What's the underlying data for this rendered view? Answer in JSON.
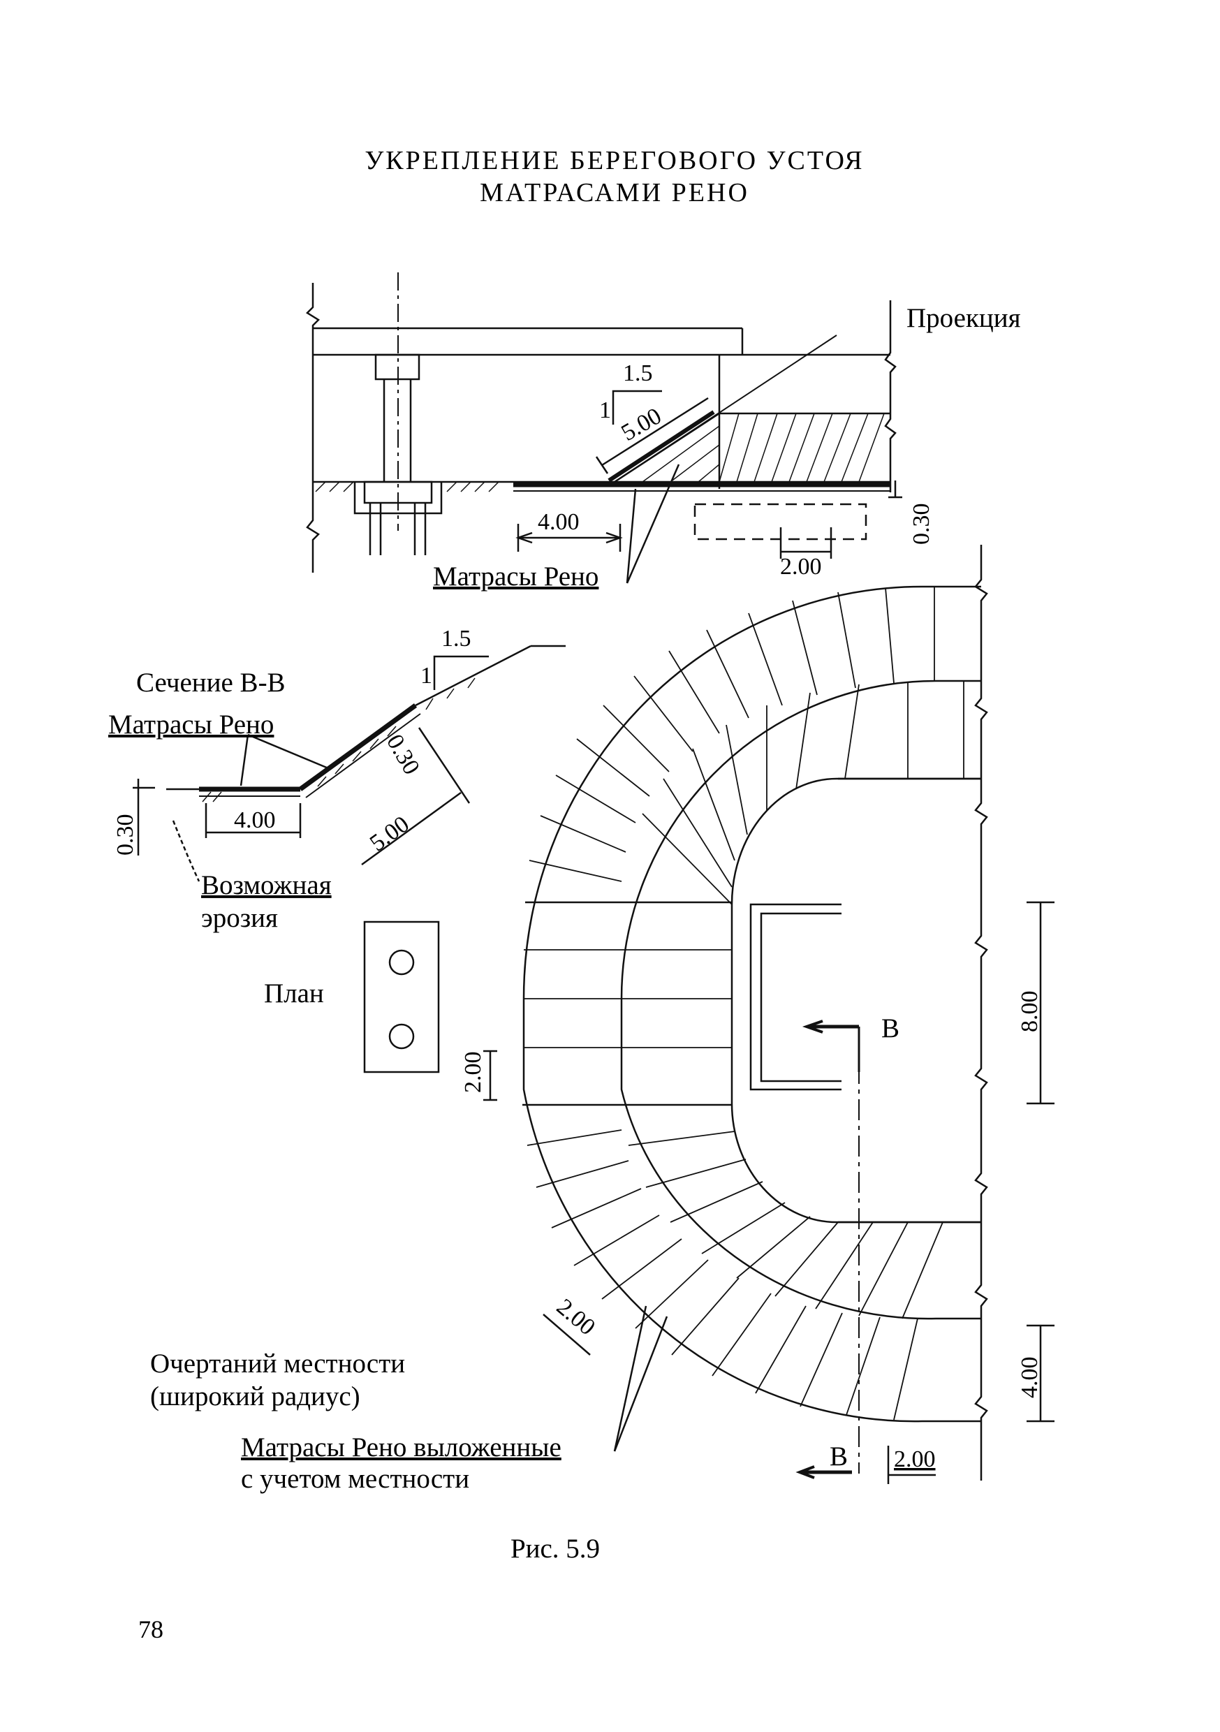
{
  "title": {
    "line1": "УКРЕПЛЕНИЕ БЕРЕГОВОГО УСТОЯ",
    "line2": "МАТРАСАМИ РЕНО"
  },
  "projection": {
    "label": "Проекция",
    "slope_v": "1",
    "slope_h": "1.5",
    "dim_slope": "5.00",
    "dim_apron": "4.00",
    "dim_trench": "2.00",
    "dim_thickness": "0.30",
    "mattress_label": "Матрасы Рено"
  },
  "section": {
    "label": "Сечение В-В",
    "mattress_label": "Матрасы Рено",
    "slope_v": "1",
    "slope_h": "1.5",
    "dim_thickness_slope": "0.30",
    "dim_thickness_apron": "0.30",
    "dim_apron": "4.00",
    "dim_slope": "5.00",
    "erosion_line1": "Возможная",
    "erosion_line2": "эрозия"
  },
  "plan": {
    "label": "План",
    "dim_pier": "2.00",
    "dim_abutment": "8.00",
    "dim_row": "2.00",
    "dim_outer": "4.00",
    "dim_bottom": "2.00",
    "section_mark_top": "В",
    "section_mark_bottom": "В",
    "terrain_line1": "Очертаний местности",
    "terrain_line2": "(широкий радиус)",
    "mattress_line1": "Матрасы Рено выложенные",
    "mattress_line2": "с учетом местности"
  },
  "caption": "Рис. 5.9",
  "page_number": "78"
}
